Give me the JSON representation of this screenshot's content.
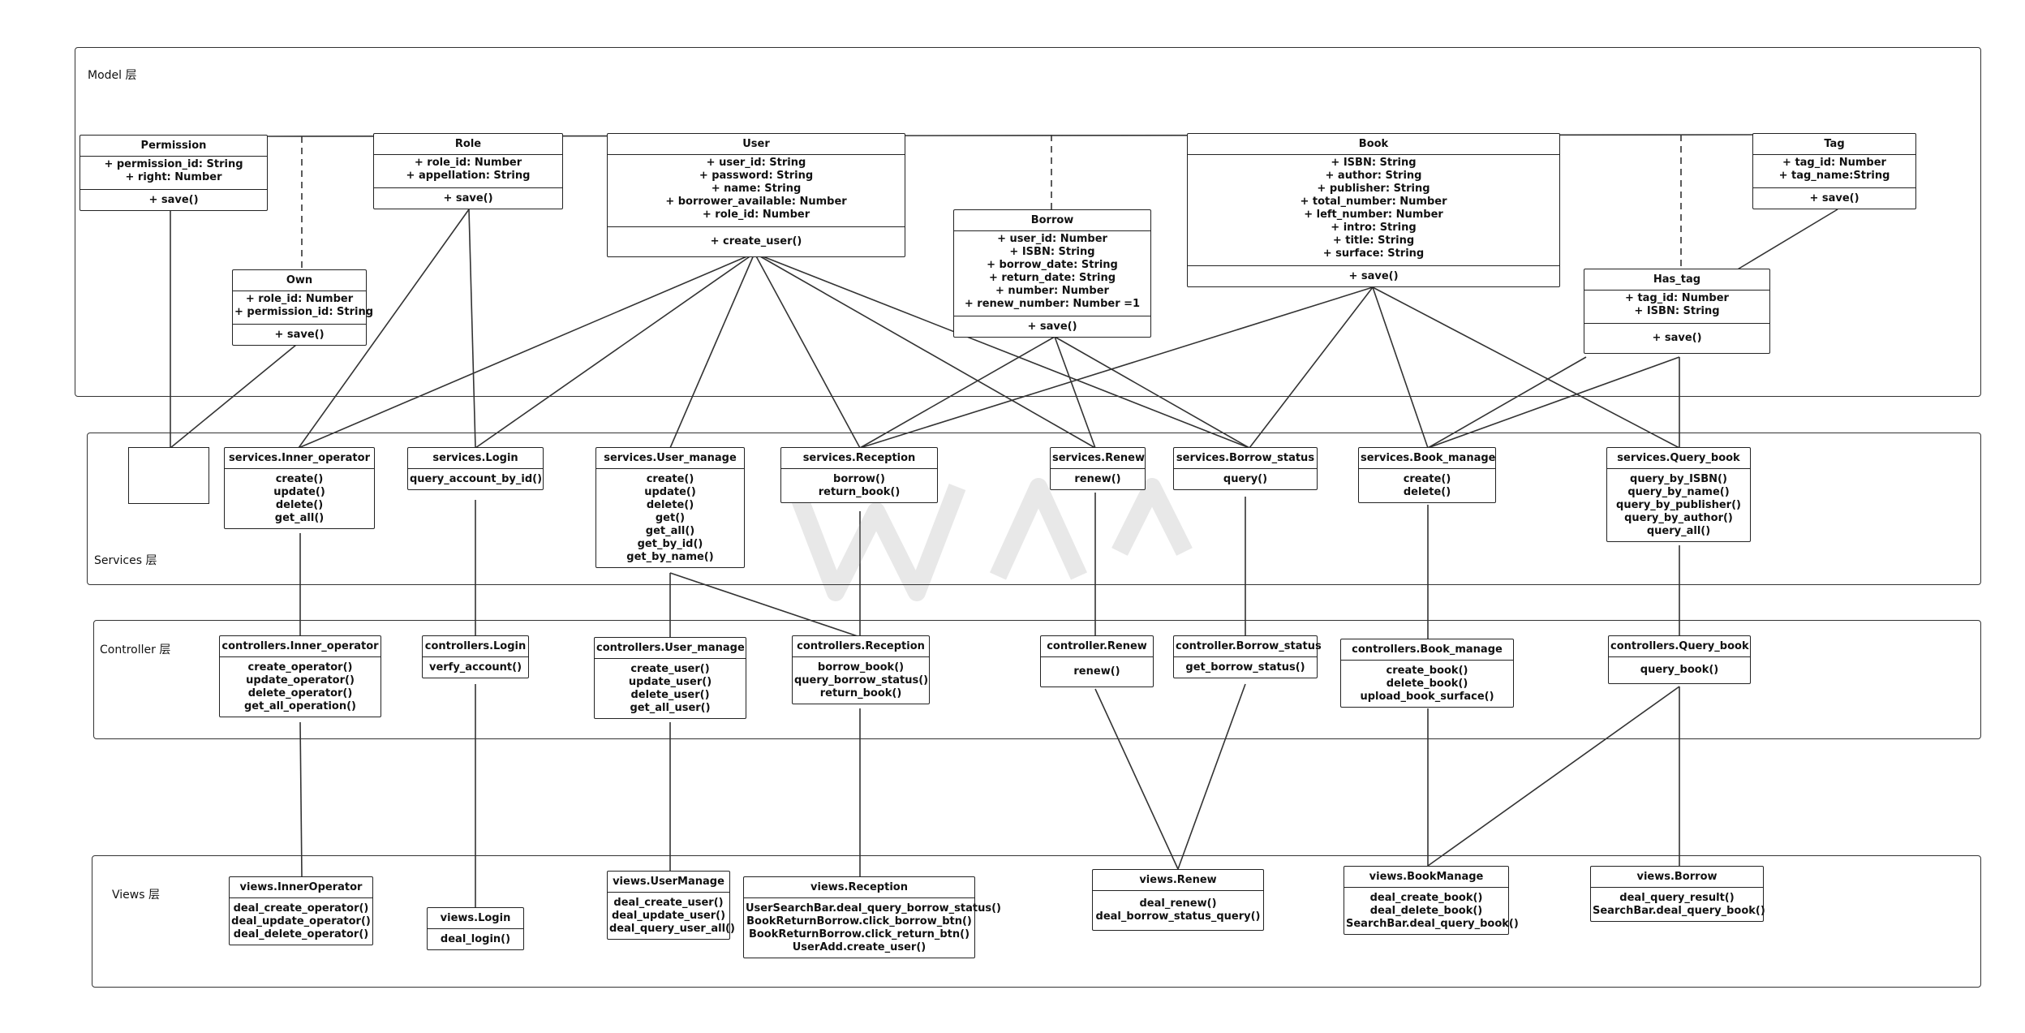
{
  "layers": {
    "model": "Model 层",
    "services": "Services 层",
    "controller": "Controller 层",
    "views": "Views 层"
  },
  "model": {
    "permission": {
      "title": "Permission",
      "attrs": [
        "+ permission_id: String",
        "+ right: Number"
      ],
      "ops": [
        "+ save()"
      ]
    },
    "role": {
      "title": "Role",
      "attrs": [
        "+ role_id: Number",
        "+ appellation: String"
      ],
      "ops": [
        "+ save()"
      ]
    },
    "user": {
      "title": "User",
      "attrs": [
        "+ user_id: String",
        "+ password: String",
        "+ name: String",
        "+ borrower_available: Number",
        "+ role_id: Number"
      ],
      "ops": [
        "+ create_user()"
      ]
    },
    "borrow": {
      "title": "Borrow",
      "attrs": [
        "+ user_id: Number",
        "+ ISBN: String",
        "+ borrow_date: String",
        "+ return_date: String",
        "+ number: Number",
        "+ renew_number: Number =1"
      ],
      "ops": [
        "+ save()"
      ]
    },
    "book": {
      "title": "Book",
      "attrs": [
        "+ ISBN: String",
        "+ author: String",
        "+ publisher: String",
        "+ total_number: Number",
        "+ left_number: Number",
        "+ intro: String",
        "+ title: String",
        "+ surface: String"
      ],
      "ops": [
        "+ save()"
      ]
    },
    "tag": {
      "title": "Tag",
      "attrs": [
        "+ tag_id: Number",
        "+ tag_name:String"
      ],
      "ops": [
        "+ save()"
      ]
    },
    "own": {
      "title": "Own",
      "attrs": [
        "+ role_id: Number",
        "+ permission_id: String"
      ],
      "ops": [
        "+ save()"
      ]
    },
    "has_tag": {
      "title": "Has_tag",
      "attrs": [
        "+ tag_id: Number",
        "+ ISBN: String"
      ],
      "ops": [
        "+ save()"
      ]
    }
  },
  "services": {
    "inner_operator": {
      "title": "services.Inner_operator",
      "ops": [
        "create()",
        "update()",
        "delete()",
        "get_all()"
      ]
    },
    "login": {
      "title": "services.Login",
      "ops": [
        "query_account_by_id()"
      ]
    },
    "user_manage": {
      "title": "services.User_manage",
      "ops": [
        "create()",
        "update()",
        "delete()",
        "get()",
        "get_all()",
        "get_by_id()",
        "get_by_name()"
      ]
    },
    "reception": {
      "title": "services.Reception",
      "ops": [
        "borrow()",
        "return_book()"
      ]
    },
    "renew": {
      "title": "services.Renew",
      "ops": [
        "renew()"
      ]
    },
    "borrow_status": {
      "title": "services.Borrow_status",
      "ops": [
        "query()"
      ]
    },
    "book_manage": {
      "title": "services.Book_manage",
      "ops": [
        "create()",
        "delete()"
      ]
    },
    "query_book": {
      "title": "services.Query_book",
      "ops": [
        "query_by_ISBN()",
        "query_by_name()",
        "query_by_publisher()",
        "query_by_author()",
        "query_all()"
      ]
    }
  },
  "controllers": {
    "inner_operator": {
      "title": "controllers.Inner_operator",
      "ops": [
        "create_operator()",
        "update_operator()",
        "delete_operator()",
        "get_all_operation()"
      ]
    },
    "login": {
      "title": "controllers.Login",
      "ops": [
        "verfy_account()"
      ]
    },
    "user_manage": {
      "title": "controllers.User_manage",
      "ops": [
        "create_user()",
        "update_user()",
        "delete_user()",
        "get_all_user()"
      ]
    },
    "reception": {
      "title": "controllers.Reception",
      "ops": [
        "borrow_book()",
        "query_borrow_status()",
        "return_book()"
      ]
    },
    "renew": {
      "title": "controller.Renew",
      "ops": [
        "renew()"
      ]
    },
    "borrow_status": {
      "title": "controller.Borrow_status",
      "ops": [
        "get_borrow_status()"
      ]
    },
    "book_manage": {
      "title": "controllers.Book_manage",
      "ops": [
        "create_book()",
        "delete_book()",
        "upload_book_surface()"
      ]
    },
    "query_book": {
      "title": "controllers.Query_book",
      "ops": [
        "query_book()"
      ]
    }
  },
  "views": {
    "inner_operator": {
      "title": "views.InnerOperator",
      "ops": [
        "deal_create_operator()",
        "deal_update_operator()",
        "deal_delete_operator()"
      ]
    },
    "login": {
      "title": "views.Login",
      "ops": [
        "deal_login()"
      ]
    },
    "user_manage": {
      "title": "views.UserManage",
      "ops": [
        "deal_create_user()",
        "deal_update_user()",
        "deal_query_user_all()"
      ]
    },
    "reception": {
      "title": "views.Reception",
      "ops": [
        "UserSearchBar.deal_query_borrow_status()",
        "BookReturnBorrow.click_borrow_btn()",
        "BookReturnBorrow.click_return_btn()",
        "UserAdd.create_user()"
      ]
    },
    "renew": {
      "title": "views.Renew",
      "ops": [
        "deal_renew()",
        "deal_borrow_status_query()"
      ]
    },
    "book_manage": {
      "title": "views.BookManage",
      "ops": [
        "deal_create_book()",
        "deal_delete_book()",
        "SearchBar.deal_query_book()"
      ]
    },
    "borrow": {
      "title": "views.Borrow",
      "ops": [
        "deal_query_result()",
        "SearchBar.deal_query_book()"
      ]
    }
  }
}
